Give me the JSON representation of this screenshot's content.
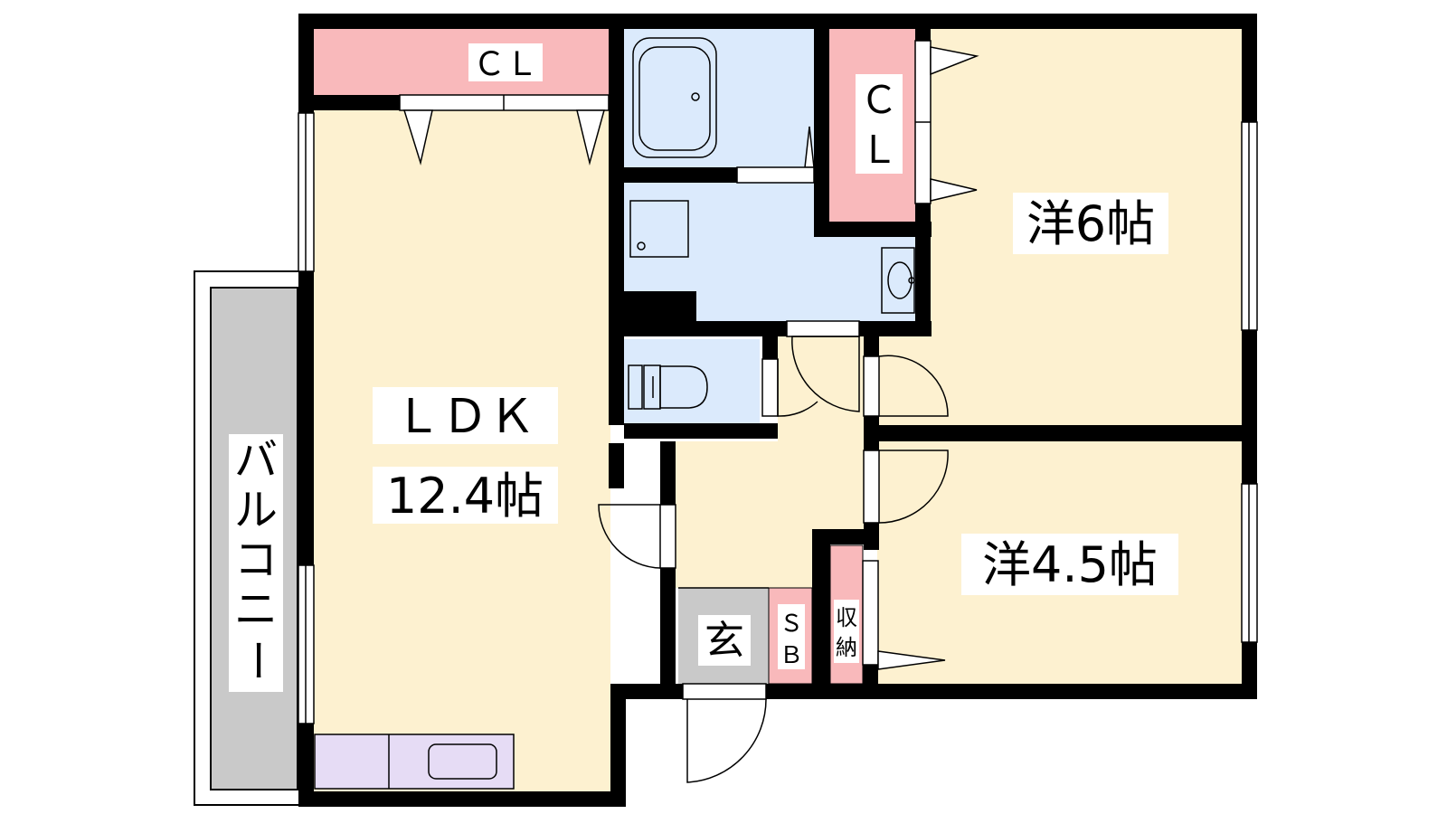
{
  "floorplan": {
    "colors": {
      "wall": "#000000",
      "room": "#fdf1d0",
      "closet": "#f9b9bb",
      "wet_area": "#dbeafc",
      "entrance": "#c9c9c9",
      "balcony": "#c9c9c9",
      "kitchen": "#e6dcf5"
    },
    "rooms": {
      "ldk_name": "ＬＤＫ",
      "ldk_size": "12.4帖",
      "western1": "洋6帖",
      "western2": "洋4.5帖",
      "entrance": "玄",
      "shoe_box_1": "Ｓ",
      "shoe_box_2": "Ｂ",
      "storage_1": "収",
      "storage_2": "納",
      "balcony": [
        "バ",
        "ル",
        "コ",
        "ニ",
        "ー"
      ],
      "closet_top": "ＣＬ",
      "closet_right_1": "Ｃ",
      "closet_right_2": "Ｌ"
    },
    "icons": [
      "bathtub-icon",
      "washing-machine-icon",
      "wash-basin-icon",
      "toilet-icon",
      "kitchen-counter-icon",
      "sink-icon"
    ]
  }
}
